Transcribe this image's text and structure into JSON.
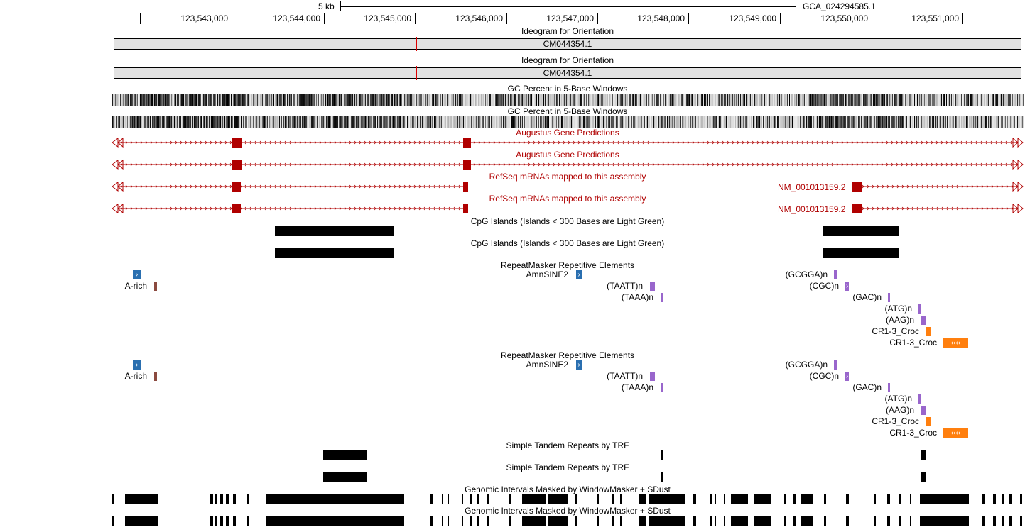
{
  "ruler": {
    "scale_label": "5 kb",
    "assembly": "GCA_024294585.1",
    "positions": [
      "123,543,000",
      "123,544,000",
      "123,545,000",
      "123,546,000",
      "123,547,000",
      "123,548,000",
      "123,549,000",
      "123,550,000",
      "123,551,000"
    ]
  },
  "tracks": {
    "ideogram": {
      "title": "Ideogram for Orientation",
      "chrom": "CM044354.1"
    },
    "gc_percent": {
      "title": "GC Percent in 5-Base Windows"
    },
    "augustus": {
      "title": "Augustus Gene Predictions"
    },
    "refseq": {
      "title": "RefSeq mRNAs mapped to this assembly",
      "gene_label": "NM_001013159.2"
    },
    "cpg": {
      "title": "CpG Islands (Islands < 300 Bases are Light Green)"
    },
    "repeatmasker": {
      "title": "RepeatMasker Repetitive Elements",
      "elements": [
        "A-rich",
        "AmnSINE2",
        "(TAATT)n",
        "(TAAA)n",
        "(GCGGA)n",
        "(CGC)n",
        "(GAC)n",
        "(ATG)n",
        "(AAG)n",
        "CR1-3_Croc",
        "CR1-3_Croc"
      ]
    },
    "trf": {
      "title": "Simple Tandem Repeats by TRF"
    },
    "windowmasker": {
      "title": "Genomic Intervals Masked by WindowMasker + SDust"
    }
  },
  "colors": {
    "gene_red": "#b00000",
    "cursor_red": "#dd0000",
    "sine_blue": "#2a6fb0",
    "low_complexity_brown": "#8b4a3f",
    "simple_repeat_purple": "#9966cc",
    "line_orange": "#ff7f0e"
  }
}
